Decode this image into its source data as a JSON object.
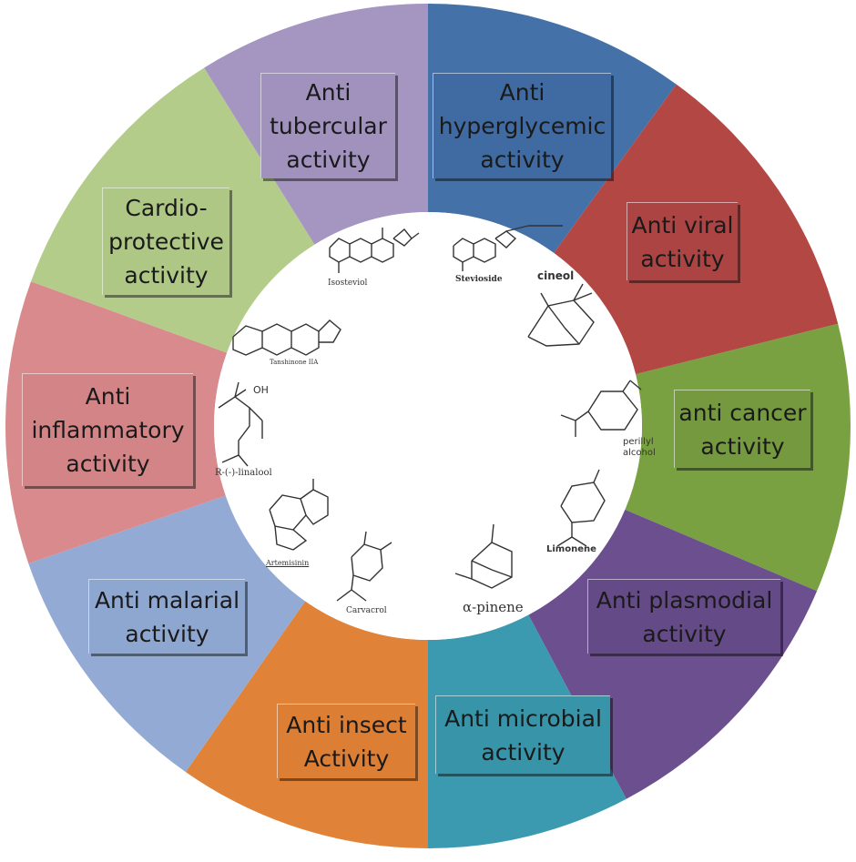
{
  "activities": [
    {
      "id": "anti-hyperglycemic",
      "lines": [
        "Anti",
        "hyperglycemic",
        "activity"
      ],
      "color": "#4472a8",
      "box": "#3f6ba2"
    },
    {
      "id": "anti-viral",
      "lines": [
        "Anti viral",
        "activity"
      ],
      "color": "#b34744",
      "box": "#ab4442"
    },
    {
      "id": "anti-cancer",
      "lines": [
        "anti cancer",
        "activity"
      ],
      "color": "#79a142",
      "box": "#74993f"
    },
    {
      "id": "anti-plasmodial",
      "lines": [
        "Anti plasmodial",
        "activity"
      ],
      "color": "#6b4f8f",
      "box": "#654a88"
    },
    {
      "id": "anti-microbial",
      "lines": [
        "Anti microbial",
        "activity"
      ],
      "color": "#3b9ab0",
      "box": "#3794a9"
    },
    {
      "id": "anti-insect",
      "lines": [
        "Anti insect",
        "Activity"
      ],
      "color": "#e08339",
      "box": "#dc7f35"
    },
    {
      "id": "anti-malarial",
      "lines": [
        "Anti malarial",
        "activity"
      ],
      "color": "#93abd4",
      "box": "#8ea7d1"
    },
    {
      "id": "anti-inflammatory",
      "lines": [
        "Anti",
        "inflammatory",
        "activity"
      ],
      "color": "#d98a8c",
      "box": "#d38487"
    },
    {
      "id": "cardio-protective",
      "lines": [
        "Cardio-",
        "protective",
        "activity"
      ],
      "color": "#b3cc8a",
      "box": "#aec785"
    },
    {
      "id": "anti-tubercular",
      "lines": [
        "Anti",
        "tubercular",
        "activity"
      ],
      "color": "#a596c1",
      "box": "#a092bd"
    }
  ],
  "molecules": {
    "isosteviol": "Isosteviol",
    "stevioside": "Stevioside",
    "cineol": "cineol",
    "perillyl_1": "perillyl",
    "perillyl_2": "alcohol",
    "limonene": "Limonene",
    "pinene": "α-pinene",
    "carvacrol": "Carvacrol",
    "artemisinin": "Artemisinin",
    "linalool": "R-(-)-linalool",
    "tanshinone": "Tanshinone IIA",
    "oh": "OH"
  }
}
